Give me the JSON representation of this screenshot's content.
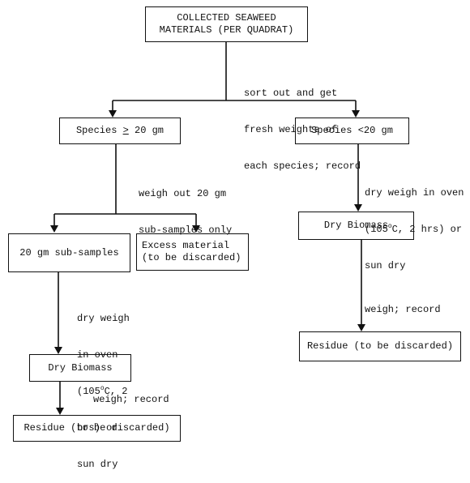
{
  "boxes": {
    "collected": {
      "line1": "COLLECTED SEAWEED",
      "line2": "MATERIALS (PER QUADRAT)"
    },
    "species_ge": {
      "prefix": "Species ",
      "symbol": ">",
      "suffix": " 20 gm"
    },
    "species_lt": {
      "label": "Species <20 gm"
    },
    "subsamples": {
      "label": "20 gm sub-samples"
    },
    "excess": {
      "line1": "Excess material",
      "line2": "(to be discarded)"
    },
    "dry_biomass_left": {
      "label": "Dry Biomass"
    },
    "residue_left": {
      "label": "Residue (to be discarded)"
    },
    "dry_biomass_right": {
      "label": "Dry Biomass"
    },
    "residue_right": {
      "label": "Residue (to be discarded)"
    }
  },
  "notes": {
    "sort": {
      "line1": "sort out and get",
      "line2": "fresh weights of",
      "line3": "each species; record"
    },
    "weigh_out": {
      "line1": "weigh out 20 gm",
      "line2": "sub-samples only"
    },
    "dry_left": {
      "line1": "dry weigh",
      "line2": "in oven",
      "line3_a": "(105",
      "line3_sup": "o",
      "line3_b": "C, 2",
      "line4": "hrs) or",
      "line5": "sun dry"
    },
    "dry_right": {
      "line1": "dry weigh in oven",
      "line2_a": "(105",
      "line2_sup": "o",
      "line2_b": "C, 2 hrs) or",
      "line3": "sun dry"
    },
    "record_left": {
      "label": "weigh; record"
    },
    "record_right": {
      "label": "weigh; record"
    }
  }
}
